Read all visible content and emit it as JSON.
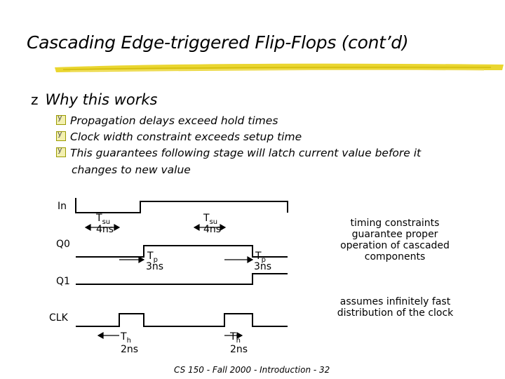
{
  "slide": {
    "title": "Cascading Edge-triggered Flip-Flops (cont’d)",
    "main_bullet_marker": "z",
    "main_bullet": "Why this works",
    "sub_bullets": [
      "Propagation delays exceed hold times",
      "Clock width constraint exceeds setup time",
      "This guarantees following stage will latch current value before it"
    ],
    "sub_bullet_continuation": "changes to new value",
    "footer": "CS 150 - Fall 2000 - Introduction - 32"
  },
  "diagram": {
    "signals": [
      "In",
      "Q0",
      "Q1",
      "CLK"
    ],
    "tsu_label": "T",
    "tsu_sub": "su",
    "tsu_value": "4ns",
    "tp_label": "T",
    "tp_sub": "p",
    "tp_value": "3ns",
    "th_label": "T",
    "th_sub": "h",
    "th_value": "2ns",
    "note_timing": "timing constraints guarantee proper operation of cascaded components",
    "note_clock": "assumes infinitely fast distribution of the clock"
  },
  "colors": {
    "accent_brush": "#e8d21a",
    "line": "#000000"
  }
}
